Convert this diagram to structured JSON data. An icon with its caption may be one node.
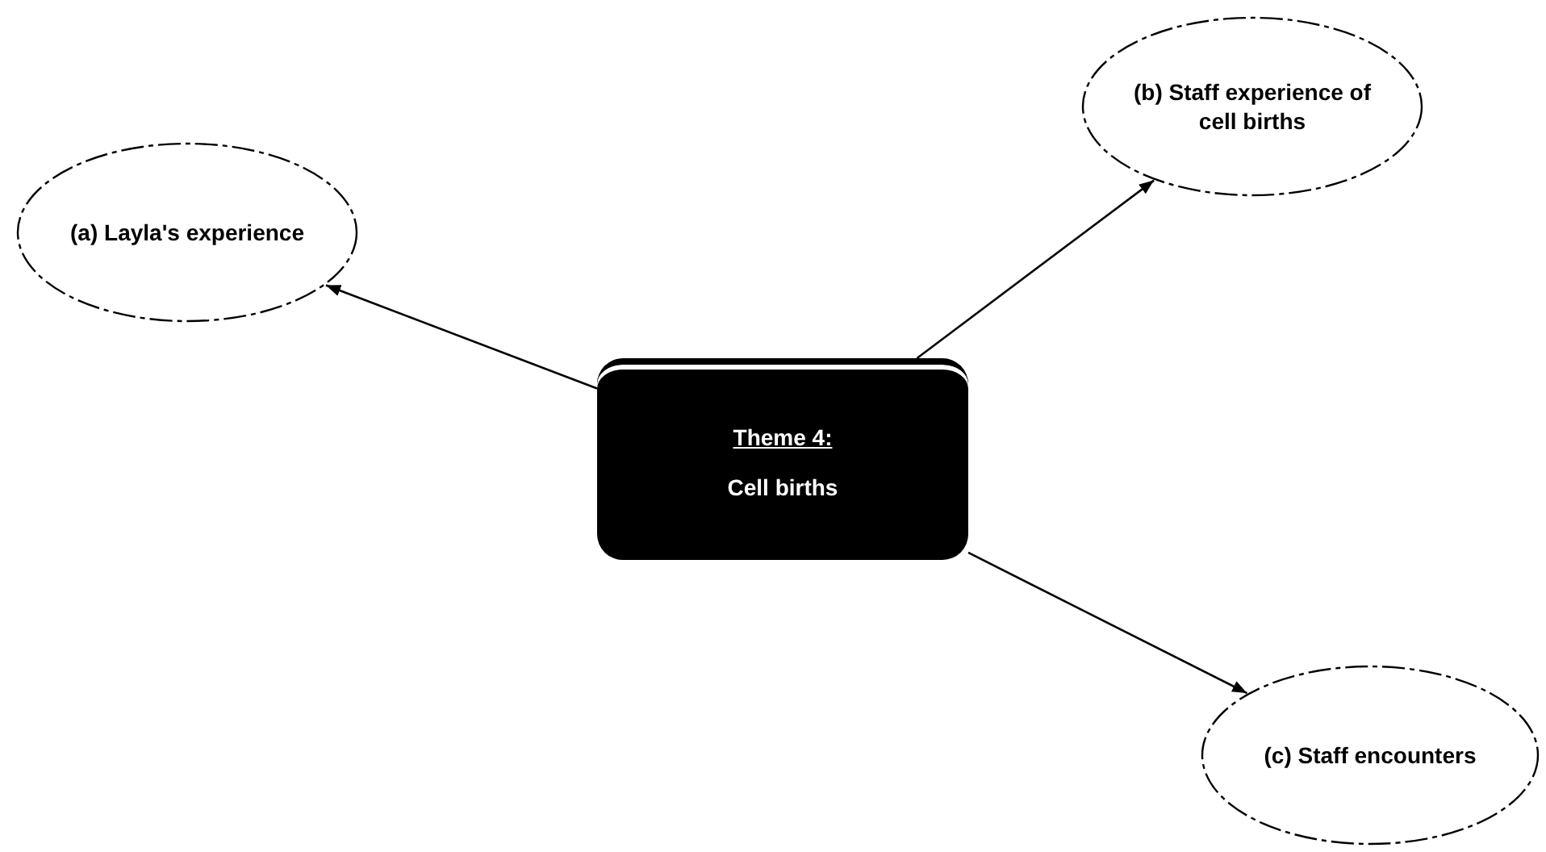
{
  "diagram": {
    "nodes": [
      {
        "text": [
          "Theme 4:",
          "Cell births"
        ]
      },
      {
        "text": [
          "(a) Layla's experience"
        ]
      },
      {
        "text": [
          "(b) Staff experience of cell births"
        ]
      },
      {
        "text": [
          "(c) Staff encounters"
        ]
      }
    ],
    "edges": [
      {
        "from": 0,
        "to": 1,
        "arrow": "to"
      },
      {
        "from": 0,
        "to": 2,
        "arrow": "to"
      },
      {
        "from": 0,
        "to": 3,
        "arrow": "to"
      }
    ]
  }
}
